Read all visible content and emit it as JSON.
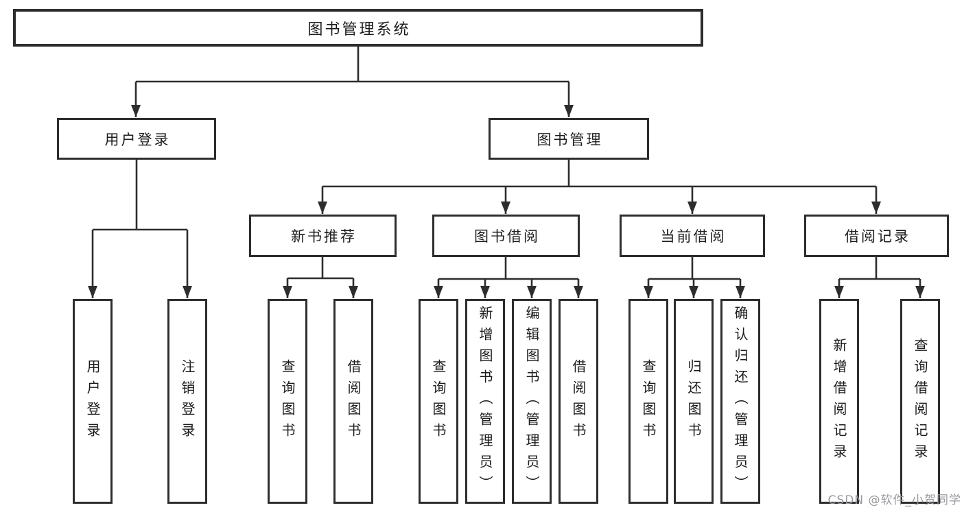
{
  "tree": {
    "root": {
      "label": "图书管理系统"
    },
    "branches": [
      {
        "label": "用户登录",
        "children": [
          {
            "label": "用户登录"
          },
          {
            "label": "注销登录"
          }
        ]
      },
      {
        "label": "图书管理",
        "children": [
          {
            "label": "新书推荐",
            "children": [
              {
                "label": "查询图书"
              },
              {
                "label": "借阅图书"
              }
            ]
          },
          {
            "label": "图书借阅",
            "children": [
              {
                "label": "查询图书"
              },
              {
                "label": "新增图书（管理员）"
              },
              {
                "label": "编辑图书（管理员）"
              },
              {
                "label": "借阅图书"
              }
            ]
          },
          {
            "label": "当前借阅",
            "children": [
              {
                "label": "查询图书"
              },
              {
                "label": "归还图书"
              },
              {
                "label": "确认归还（管理员）"
              }
            ]
          },
          {
            "label": "借阅记录",
            "children": [
              {
                "label": "新增借阅记录"
              },
              {
                "label": "查询借阅记录"
              }
            ]
          }
        ]
      }
    ]
  },
  "watermark": {
    "text": "CSDN @软件_小贺同学"
  },
  "colors": {
    "line": "#2d2d2d",
    "text": "#1c1c1c",
    "background": "#ffffff",
    "watermark": "#98989c"
  }
}
